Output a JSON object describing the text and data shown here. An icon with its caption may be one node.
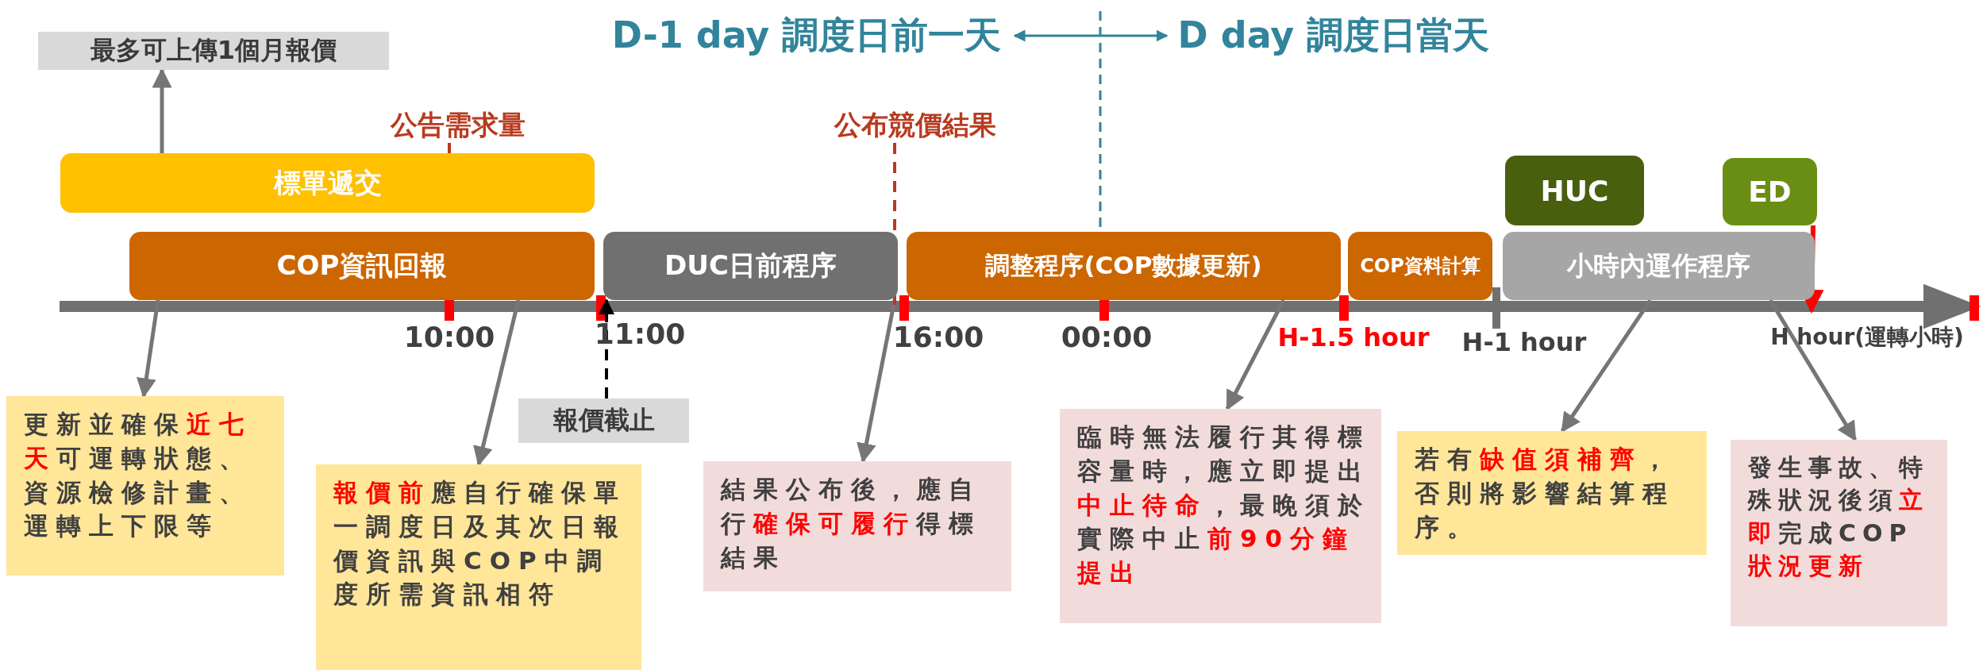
{
  "diagram": {
    "nodes": [
      {
        "text": [
          "最多可上傳1個月報價"
        ]
      },
      {
        "text": [
          "標單遞交"
        ]
      },
      {
        "text": [
          "COP資訊回報"
        ]
      },
      {
        "text": [
          "DUC日前程序"
        ]
      },
      {
        "text": [
          "調整程序(COP數據更新)"
        ]
      },
      {
        "text": [
          "COP資料計算"
        ]
      },
      {
        "text": [
          "HUC"
        ]
      },
      {
        "text": [
          "ED"
        ]
      },
      {
        "text": [
          "小時內運作程序"
        ]
      },
      {
        "text": [
          "報價截止"
        ]
      },
      {
        "text": [
          "更新並確保**近七天**可運轉狀態、資源檢修計畫、運轉上下限等"
        ]
      },
      {
        "text": [
          "**報價前**應自行確保單一調度日及其次日報價資訊與COP中調度所需資訊相符"
        ]
      },
      {
        "text": [
          "結果公布後，應自行**確保可履行**得標結果"
        ]
      },
      {
        "text": [
          "臨時無法履行其得標容量時，應立即提出**中止待命**，最晚須於實際中止**前90分鐘提出**"
        ]
      },
      {
        "text": [
          "若有**缺值須補齊**，否則將影響結算程序。"
        ]
      },
      {
        "text": [
          "發生事故、特殊狀況後須**立即**完成COP**狀況更新**"
        ]
      },
      {
        "text": [
          "公告需求量"
        ]
      },
      {
        "text": [
          "公布競價結果"
        ]
      }
    ],
    "edges": [
      {
        "from": 1,
        "to": 0,
        "arrow": "to"
      },
      {
        "from": 2,
        "to": 10,
        "arrow": "to"
      },
      {
        "from": 2,
        "to": 11,
        "arrow": "to"
      },
      {
        "from": 3,
        "to": 12,
        "arrow": "to"
      },
      {
        "from": 9,
        "to": 3,
        "arrow": "to",
        "style": "dashed",
        "color": "#000000"
      },
      {
        "from": 4,
        "to": 13,
        "arrow": "to"
      },
      {
        "from": 8,
        "to": 14,
        "arrow": "to"
      },
      {
        "from": 8,
        "to": 15,
        "arrow": "to"
      },
      {
        "from": 16,
        "to": 1,
        "arrow": "none",
        "style": "dashed",
        "color": "#b83a1e"
      },
      {
        "from": 17,
        "to": 3,
        "arrow": "none",
        "style": "dashed",
        "color": "#b83a1e"
      },
      {
        "from": 7,
        "to": 8,
        "arrow": "to",
        "color": "#ff0000"
      }
    ],
    "labels": [
      "D-1 day 調度日前一天",
      "D day 調度日當天",
      "10:00",
      "11:00",
      "16:00",
      "00:00",
      "H-1.5 hour",
      "H-1 hour",
      "H hour(運轉小時)"
    ]
  }
}
